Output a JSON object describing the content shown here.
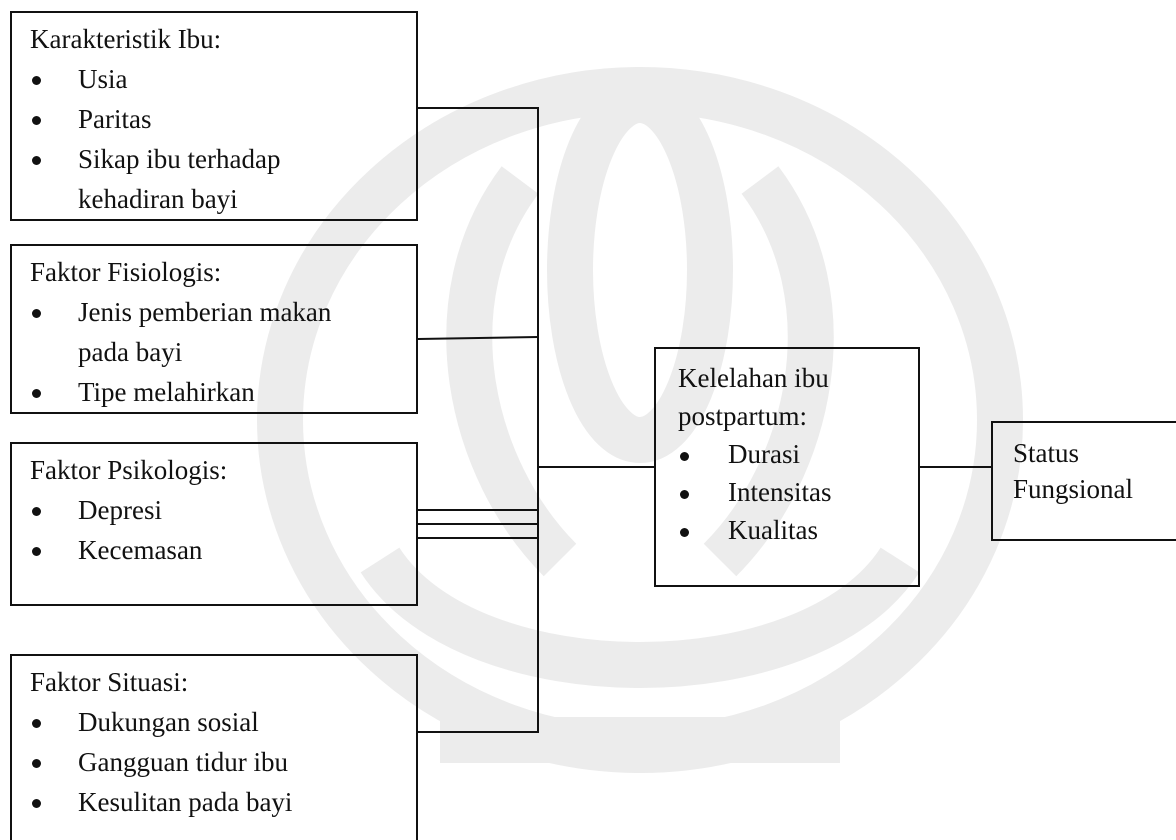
{
  "diagram": {
    "left_boxes": [
      {
        "title": "Karakteristik Ibu:",
        "items": [
          "Usia",
          "Paritas",
          "Sikap ibu terhadap\nkehadiran bayi"
        ]
      },
      {
        "title": "Faktor Fisiologis:",
        "items": [
          "Jenis pemberian makan\npada bayi",
          "Tipe melahirkan"
        ]
      },
      {
        "title": "Faktor Psikologis:",
        "items": [
          "Depresi",
          "Kecemasan"
        ]
      },
      {
        "title": "Faktor Situasi:",
        "items": [
          "Dukungan sosial",
          "Gangguan tidur ibu",
          "Kesulitan pada bayi"
        ]
      }
    ],
    "center_box": {
      "title": "Kelelahan ibu\npostpartum:",
      "items": [
        "Durasi",
        "Intensitas",
        "Kualitas"
      ]
    },
    "right_box": {
      "title": "Status\nFungsional"
    }
  },
  "colors": {
    "line": "#111111",
    "watermark": "#e9e9e9"
  }
}
